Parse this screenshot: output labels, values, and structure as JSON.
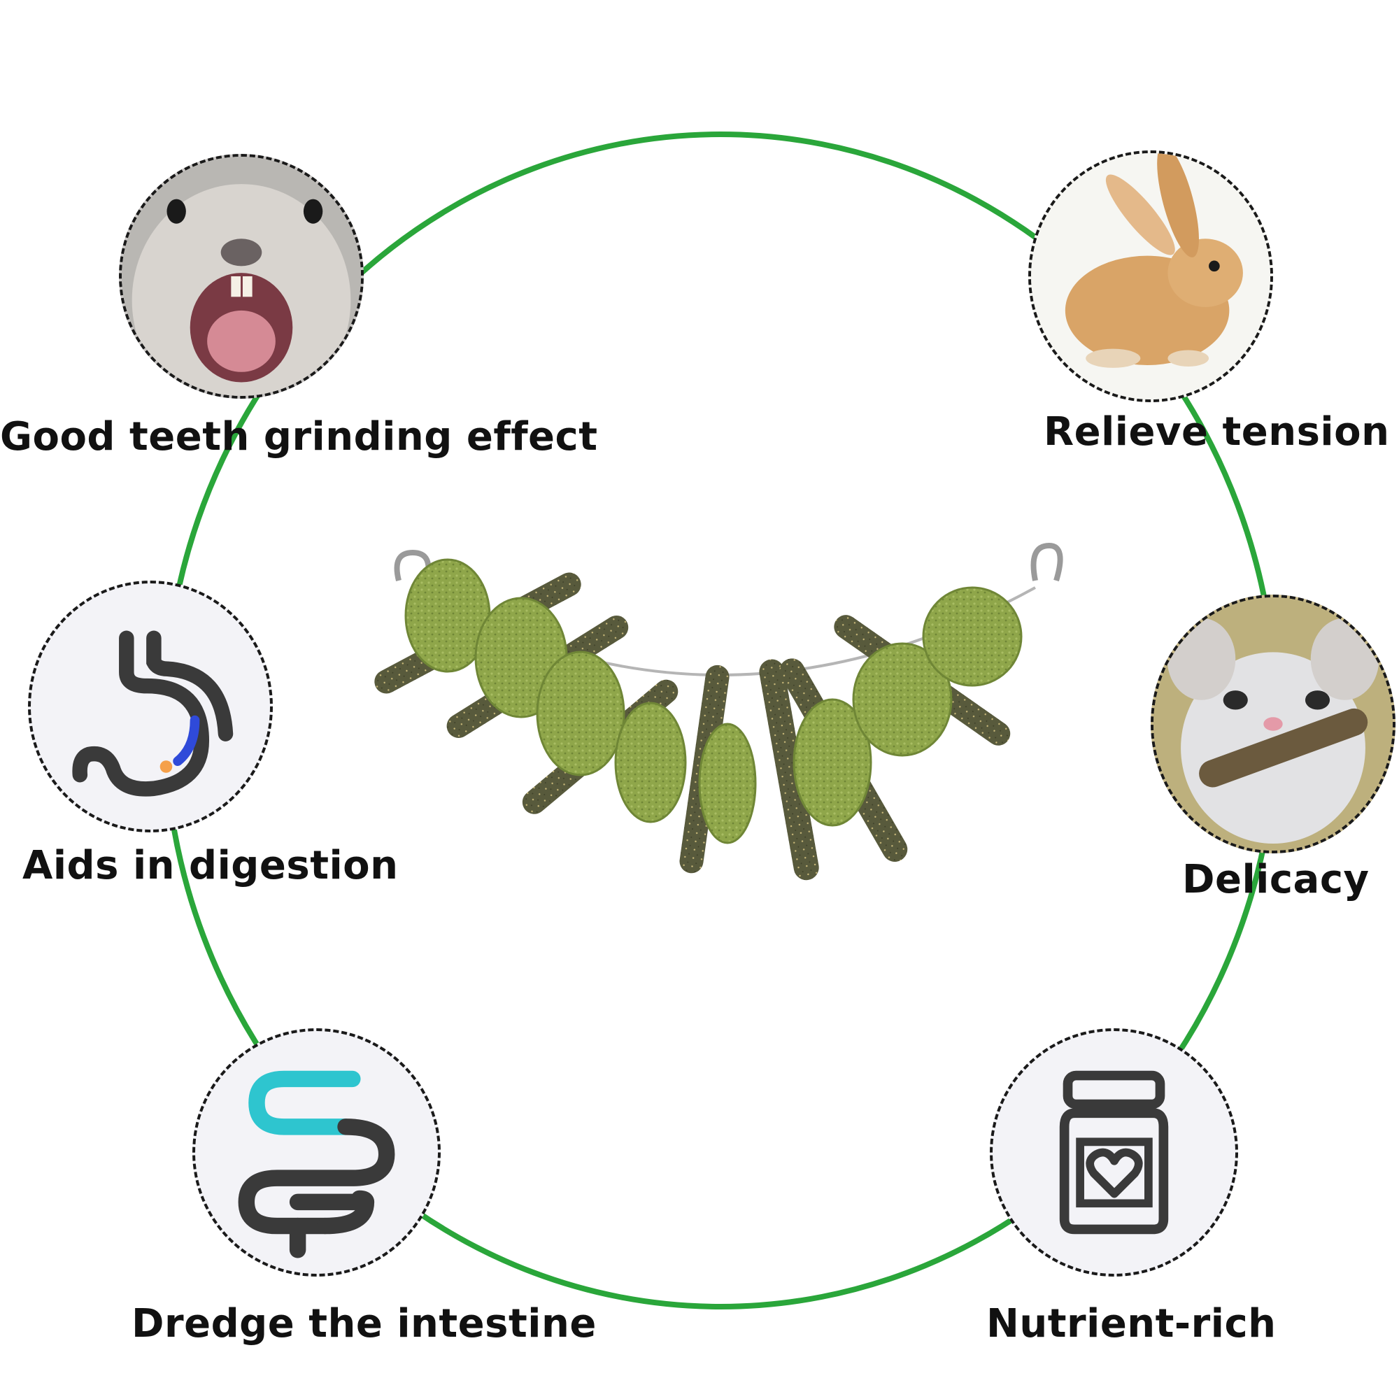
{
  "colors": {
    "ring": "#2aa63a",
    "dash": "#1a1a1a",
    "text": "#111111",
    "background": "#ffffff",
    "accent_teal": "#2ec5cf",
    "accent_blue": "#2f4ad9",
    "accent_orange": "#f5a04a",
    "icon_dark": "#3a3a3a",
    "hay_green": "#8fa64a",
    "wood_brown": "#5a5a3a"
  },
  "features": [
    {
      "id": "teeth",
      "label": "Good teeth grinding effect",
      "icon": "gopher-photo"
    },
    {
      "id": "tension",
      "label": "Relieve tension",
      "icon": "rabbit-photo"
    },
    {
      "id": "digestion",
      "label": "Aids in digestion",
      "icon": "stomach-icon"
    },
    {
      "id": "delicacy",
      "label": "Delicacy",
      "icon": "chinchilla-photo"
    },
    {
      "id": "intestine",
      "label": "Dredge the intestine",
      "icon": "intestine-icon"
    },
    {
      "id": "nutrient",
      "label": "Nutrient-rich",
      "icon": "jar-heart-icon"
    }
  ],
  "product": {
    "icon": "chew-stick-garland"
  }
}
